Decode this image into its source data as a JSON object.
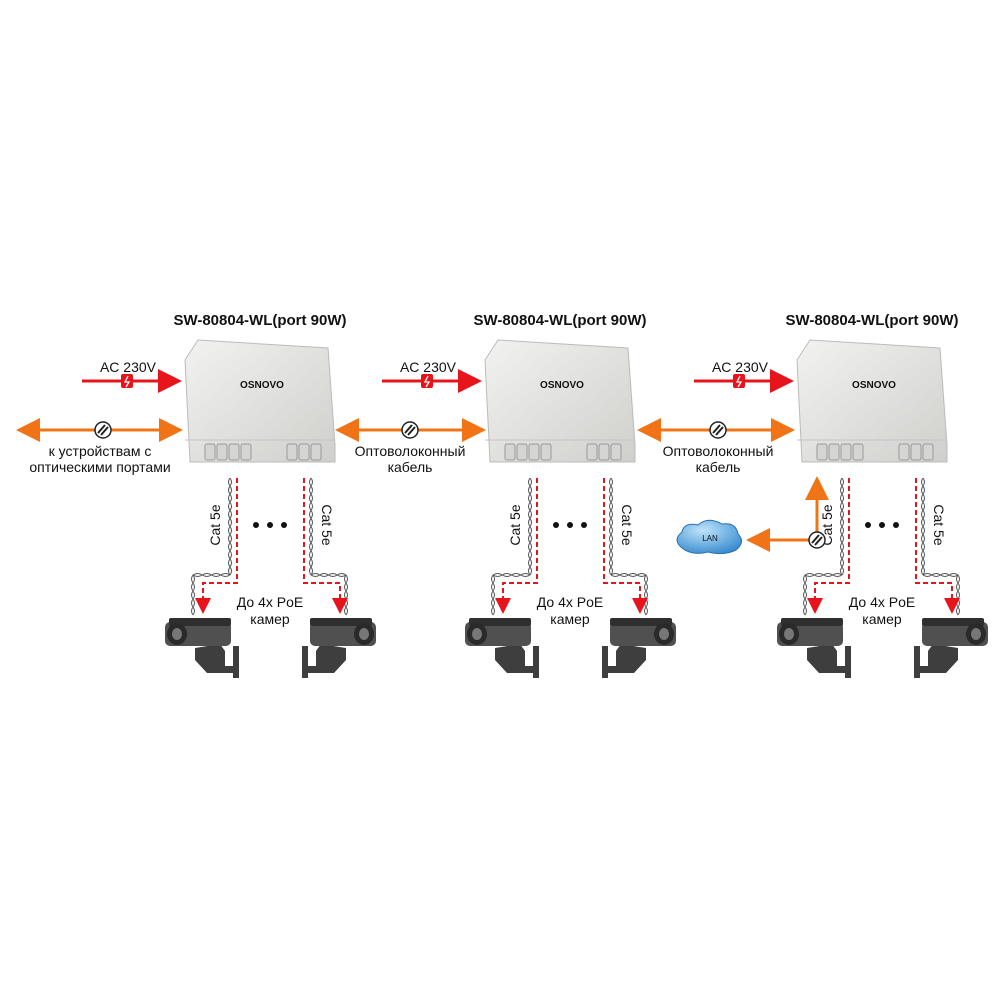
{
  "units": [
    {
      "title": "SW-80804-WL(port 90W)",
      "power": "AC 230V",
      "brand": "OSNOVO",
      "cable_left": "Cat 5e",
      "cable_right": "Cat 5e",
      "cameras_line1": "До 4х PoE",
      "cameras_line2": "камер"
    },
    {
      "title": "SW-80804-WL(port 90W)",
      "power": "AC 230V",
      "brand": "OSNOVO",
      "cable_left": "Cat 5e",
      "cable_right": "Cat 5e",
      "cameras_line1": "До 4х PoE",
      "cameras_line2": "камер"
    },
    {
      "title": "SW-80804-WL(port 90W)",
      "power": "AC 230V",
      "brand": "OSNOVO",
      "cable_left": "Cat 5e",
      "cable_right": "Cat 5e",
      "cameras_line1": "До 4х PoE",
      "cameras_line2": "камер"
    }
  ],
  "links": [
    {
      "line1": "к устройствам с",
      "line2": "оптическими портами"
    },
    {
      "line1": "Оптоволоконный",
      "line2": "кабель"
    },
    {
      "line1": "Оптоволоконный",
      "line2": "кабель"
    }
  ],
  "lan": {
    "label": "LAN"
  },
  "colors": {
    "power": "#e8141b",
    "fiber": "#f07416",
    "poe": "#e8141b",
    "box": "#e6e6e4",
    "camera": "#4a4a4a",
    "cloud": "#4fa7e0"
  }
}
